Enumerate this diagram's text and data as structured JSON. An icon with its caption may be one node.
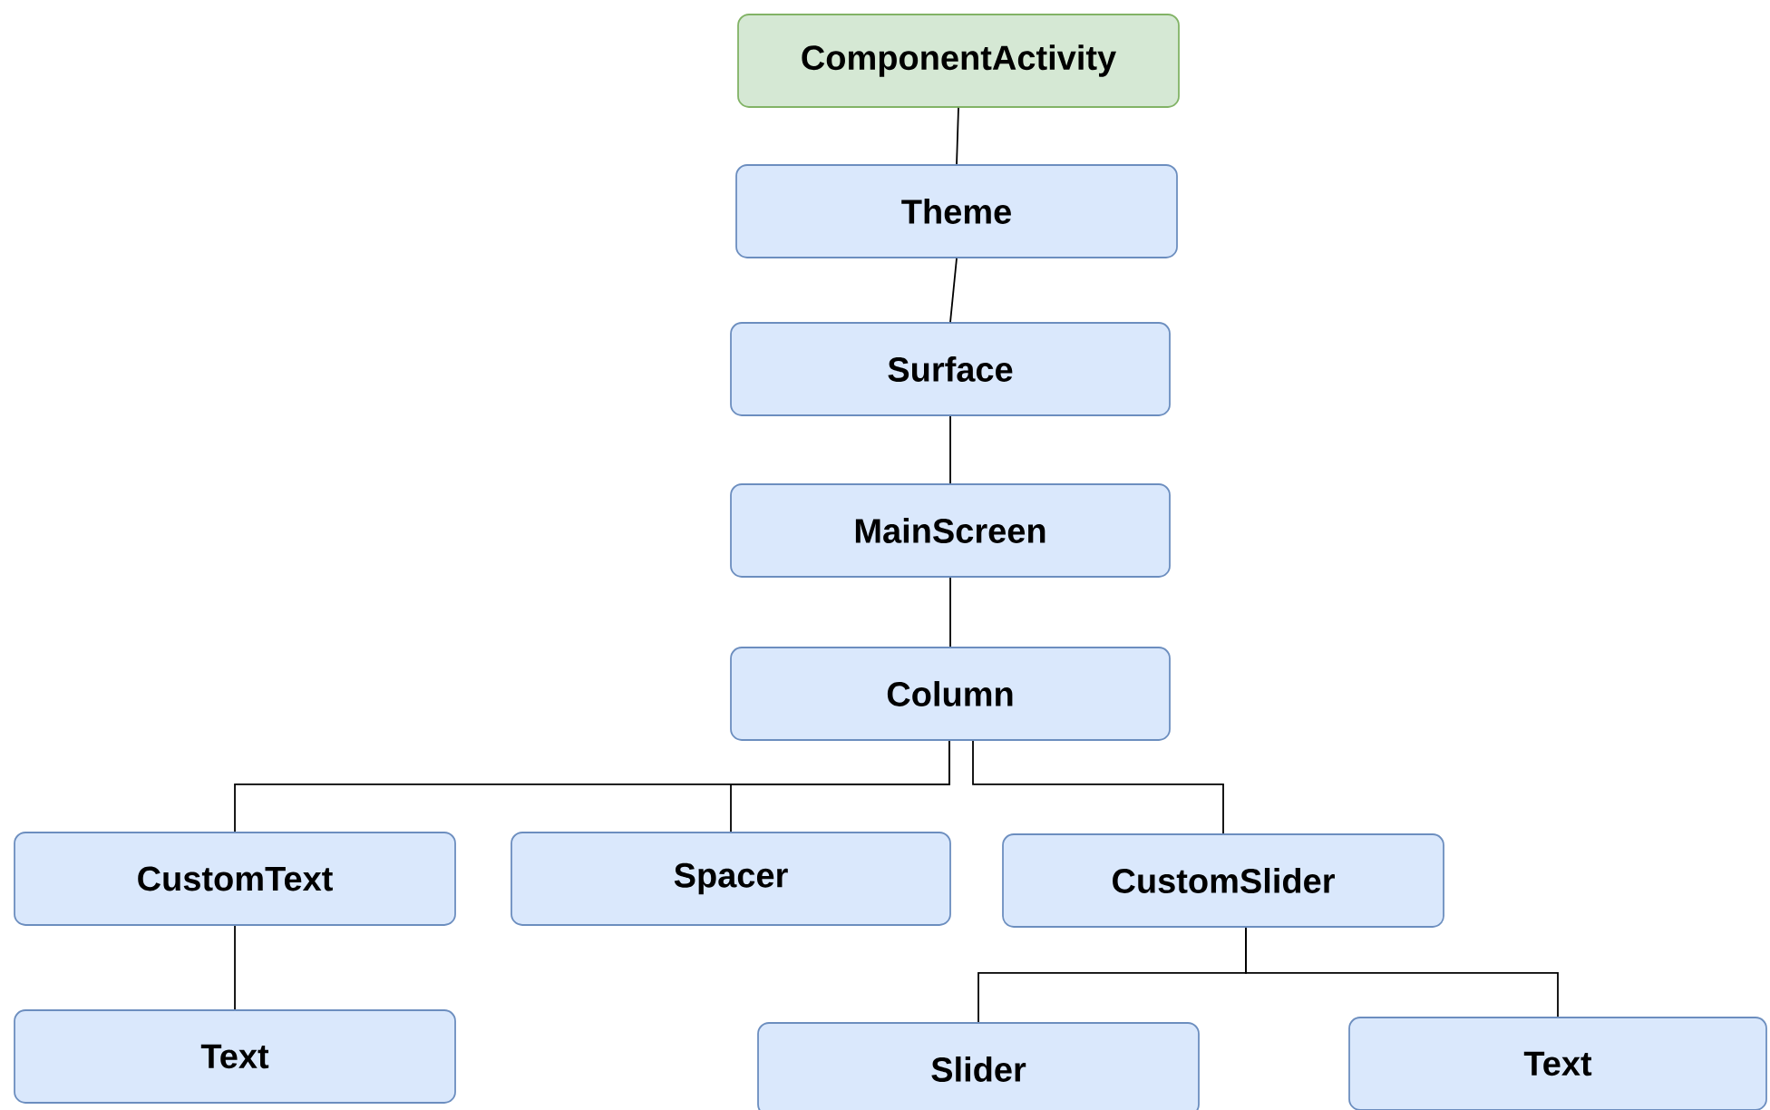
{
  "diagram": {
    "nodes": [
      {
        "text": [
          "ComponentActivity"
        ]
      },
      {
        "text": [
          "Theme"
        ]
      },
      {
        "text": [
          "Surface"
        ]
      },
      {
        "text": [
          "MainScreen"
        ]
      },
      {
        "text": [
          "Column"
        ]
      },
      {
        "text": [
          "CustomText"
        ]
      },
      {
        "text": [
          "Spacer"
        ]
      },
      {
        "text": [
          "CustomSlider"
        ]
      },
      {
        "text": [
          "Text"
        ]
      },
      {
        "text": [
          "Slider"
        ]
      },
      {
        "text": [
          "Text"
        ]
      }
    ],
    "edges": [
      {
        "from": 0,
        "to": 1,
        "arrow": "none"
      },
      {
        "from": 1,
        "to": 2,
        "arrow": "none"
      },
      {
        "from": 2,
        "to": 3,
        "arrow": "none"
      },
      {
        "from": 3,
        "to": 4,
        "arrow": "none"
      },
      {
        "from": 4,
        "to": 5,
        "arrow": "none"
      },
      {
        "from": 4,
        "to": 6,
        "arrow": "none"
      },
      {
        "from": 4,
        "to": 7,
        "arrow": "none"
      },
      {
        "from": 5,
        "to": 8,
        "arrow": "none"
      },
      {
        "from": 7,
        "to": 9,
        "arrow": "none"
      },
      {
        "from": 7,
        "to": 10,
        "arrow": "none"
      }
    ]
  }
}
